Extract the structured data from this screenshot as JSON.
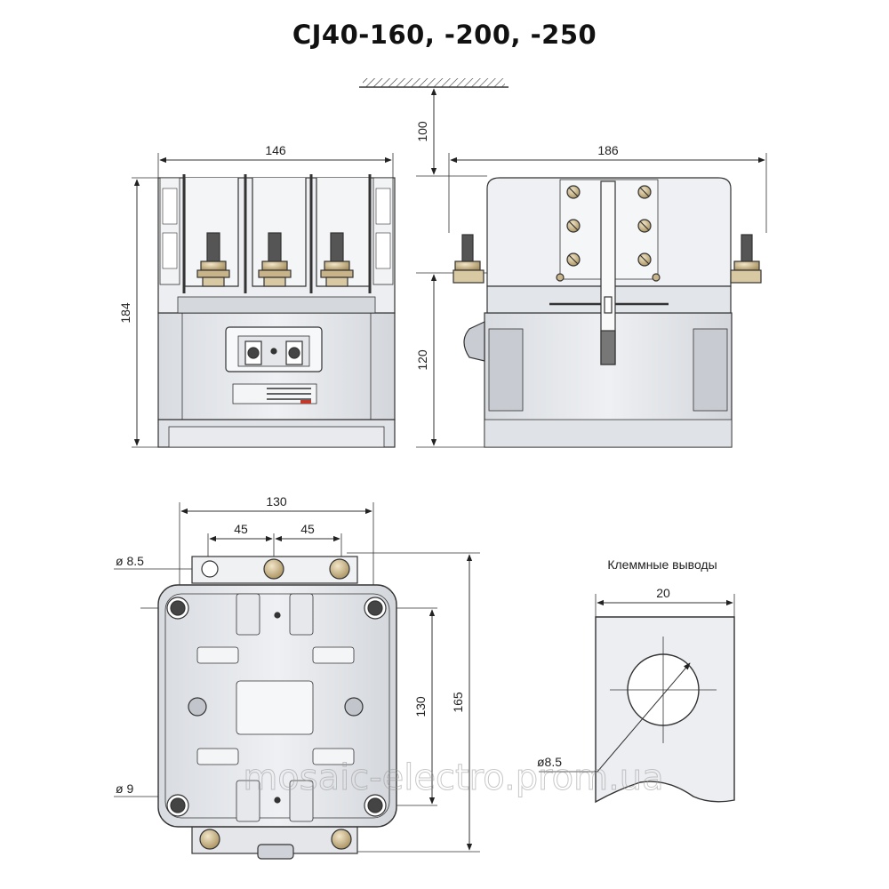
{
  "title": "CJ40-160, -200, -250",
  "dimensions": {
    "front_width": "146",
    "front_height": "184",
    "side_top_clearance": "100",
    "side_width": "186",
    "side_lower_height": "120",
    "bottom_width": "130",
    "bottom_hole_spacing_left": "45",
    "bottom_hole_spacing_right": "45",
    "bottom_terminal_hole": "ø 8.5",
    "bottom_mount_hole": "ø 9",
    "bottom_hole_pitch": "130",
    "bottom_total_height": "165",
    "terminal_width": "20",
    "terminal_hole": "ø8.5"
  },
  "terminal_caption": "Клеммные выводы",
  "watermark": "mosaic-electro.prom.ua",
  "colors": {
    "body_fill": "#e6e8ec",
    "body_shade": "#cfd2d8",
    "outline": "#333333",
    "brass": "#c9b48a"
  }
}
